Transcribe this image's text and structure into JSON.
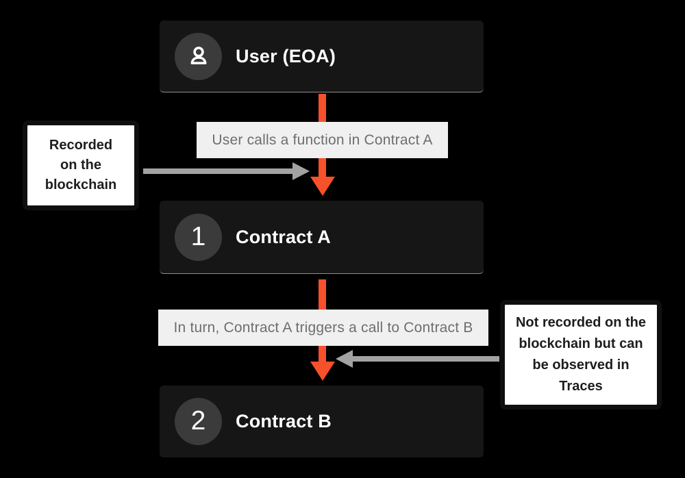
{
  "diagram": {
    "title_none": "",
    "nodes": [
      {
        "title": "User (EOA)",
        "icon": "user-icon"
      },
      {
        "title": "Contract A",
        "badge": "1"
      },
      {
        "title": "Contract B",
        "badge": "2"
      }
    ],
    "flow_labels": [
      {
        "text": "User calls a function in Contract A"
      },
      {
        "text": "In turn, Contract A triggers a call to Contract B"
      }
    ],
    "callouts": [
      {
        "text": "Recorded on the blockchain",
        "lines": [
          "Recorded",
          "on the",
          "blockchain"
        ]
      },
      {
        "text": "Not recorded on the blockchain but can be observed in Traces",
        "lines": [
          "Not recorded on the",
          "blockchain but can",
          "be observed in",
          "Traces"
        ]
      }
    ],
    "colors": {
      "background": "#000000",
      "node_bg": "#161616",
      "node_hairline": "#8f8f8f",
      "badge_bg": "#3b3b3b",
      "title_text": "#ffffff",
      "flow_arrow_orange": "#f6512b",
      "annotation_arrow_gray": "#a2a2a2",
      "chip_bg": "#f0f0f0",
      "chip_text": "#6e6e6e",
      "callout_bg": "#ffffff",
      "callout_border": "#0f0f0f",
      "callout_text": "#1d1d1d"
    }
  }
}
